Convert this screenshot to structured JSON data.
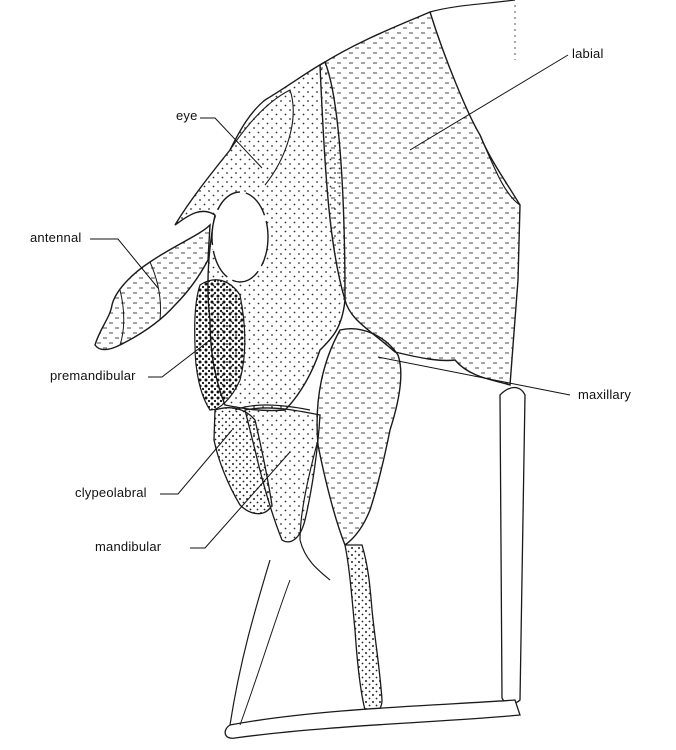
{
  "figure": {
    "labels": {
      "labial": "labial",
      "eye": "eye",
      "antennal": "antennal",
      "premandibular": "premandibular",
      "maxillary": "maxillary",
      "clypeolabral": "clypeolabral",
      "mandibular": "mandibular"
    },
    "colors": {
      "ink": "#1a1a1a",
      "paper": "#ffffff"
    }
  }
}
